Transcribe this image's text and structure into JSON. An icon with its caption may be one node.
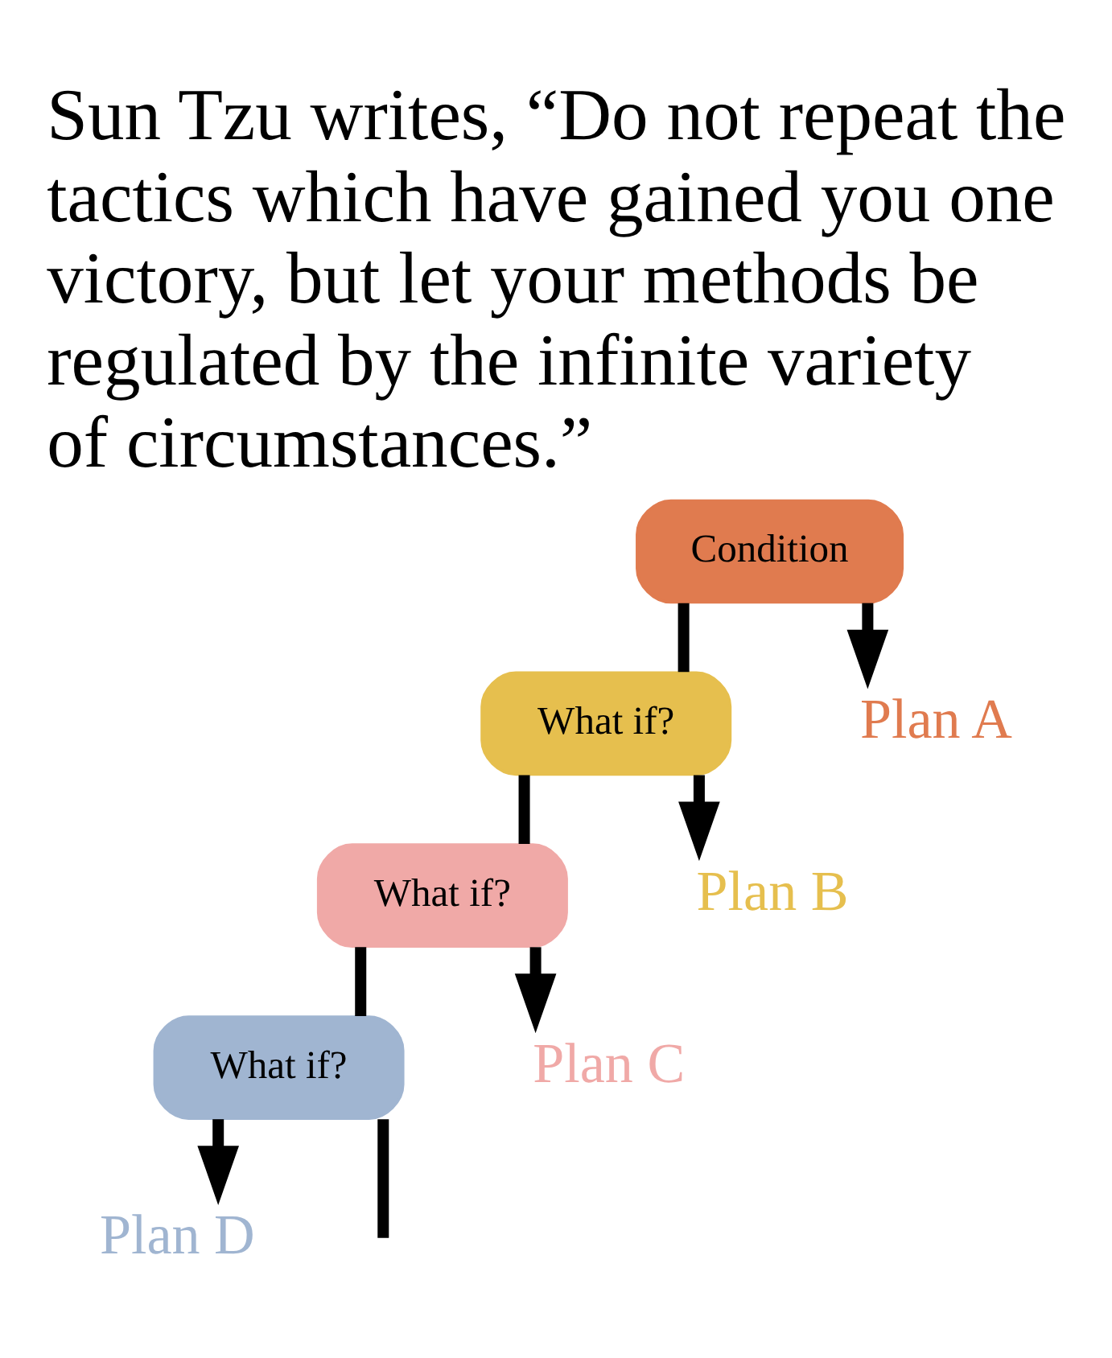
{
  "diagram": {
    "title": "Sun Tzu writes, “Do not repeat the tactics which have gained you one victory, but let your methods be regulated by the infinite variety of circumstances.”",
    "nodes": [
      {
        "text": [
          "Condition"
        ]
      },
      {
        "text": [
          "What if?"
        ]
      },
      {
        "text": [
          "Plan A"
        ]
      },
      {
        "text": [
          "What if?"
        ]
      },
      {
        "text": [
          "Plan B"
        ]
      },
      {
        "text": [
          "What if?"
        ]
      },
      {
        "text": [
          "Plan C"
        ]
      },
      {
        "text": [
          "Plan D"
        ]
      }
    ],
    "edges": [
      {
        "from": 0,
        "to": 2,
        "arrow": "to"
      },
      {
        "from": 0,
        "to": 1,
        "arrow": "none"
      },
      {
        "from": 1,
        "to": 4,
        "arrow": "to"
      },
      {
        "from": 1,
        "to": 3,
        "arrow": "none"
      },
      {
        "from": 3,
        "to": 6,
        "arrow": "to"
      },
      {
        "from": 3,
        "to": 5,
        "arrow": "none"
      },
      {
        "from": 5,
        "to": 7,
        "arrow": "to"
      },
      {
        "from": 5,
        "to": null,
        "arrow": "none"
      }
    ]
  }
}
